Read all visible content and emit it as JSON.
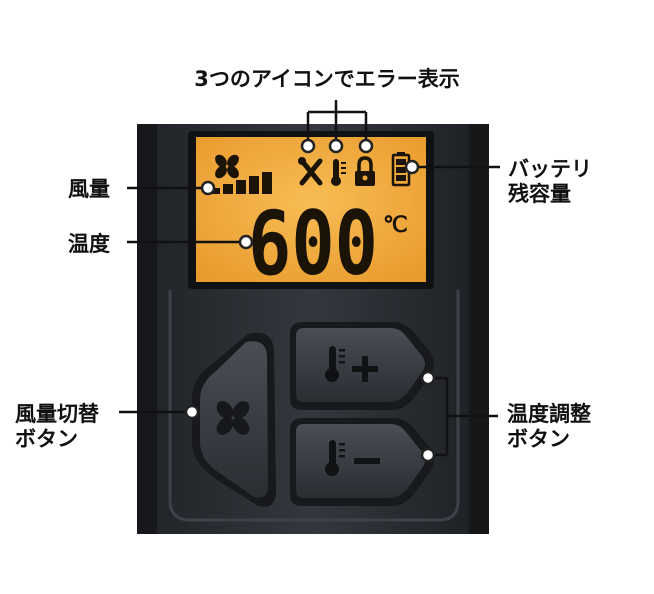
{
  "labels": {
    "error_icons": "3つのアイコンでエラー表示",
    "fan_speed": "風量",
    "temperature": "温度",
    "battery_line1": "バッテリ",
    "battery_line2": "残容量",
    "fan_button_line1": "風量切替",
    "fan_button_line2": "ボタン",
    "temp_buttons_line1": "温度調整",
    "temp_buttons_line2": "ボタン"
  },
  "display": {
    "temperature_value": "600",
    "unit": "℃",
    "fan_level_bars": 5,
    "battery_level": 3
  },
  "icons": {
    "display": [
      "fan-icon",
      "tools-icon",
      "thermometer-icon",
      "lock-icon",
      "battery-icon"
    ],
    "buttons": [
      "fan-icon",
      "thermometer-plus-icon",
      "thermometer-minus-icon"
    ]
  },
  "colors": {
    "lcd_background": "#f2a93b",
    "lcd_ink": "#1b1306",
    "device_body": "#2b2e33",
    "text": "#111111"
  }
}
